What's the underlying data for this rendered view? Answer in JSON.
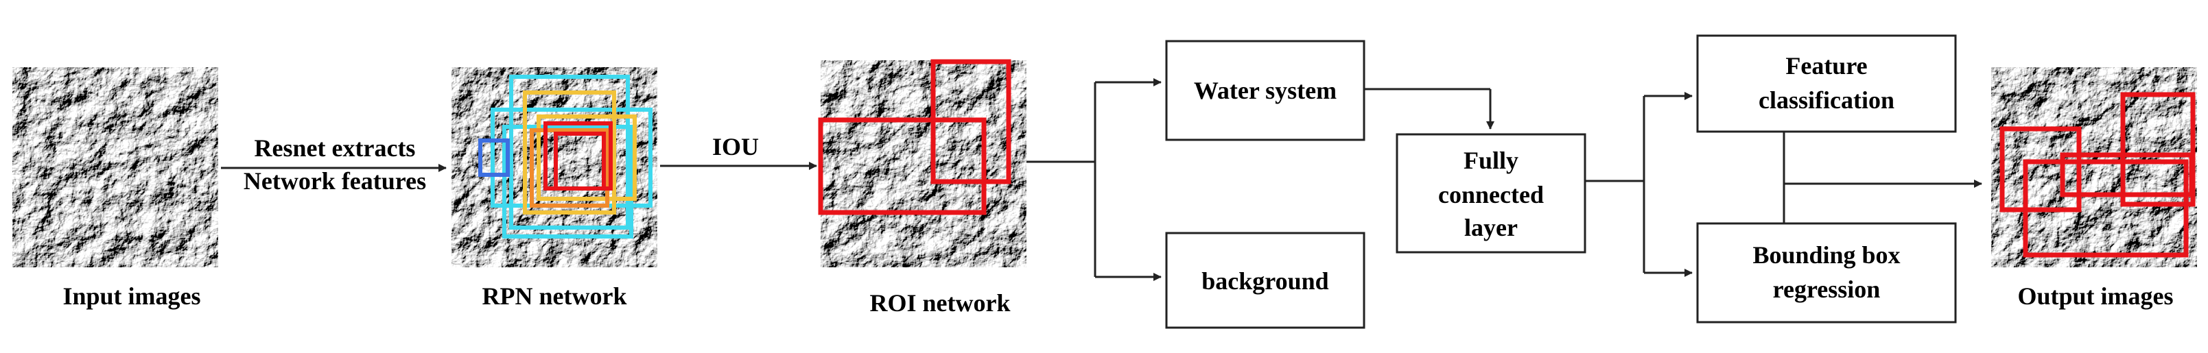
{
  "images": {
    "input": "Input images",
    "rpn": "RPN network",
    "roi": "ROI network",
    "output": "Output images"
  },
  "edges": {
    "resnet_line1": "Resnet extracts",
    "resnet_line2": "Network features",
    "iou": "IOU"
  },
  "boxes": {
    "water": "Water system",
    "background": "background",
    "fc_line1": "Fully",
    "fc_line2": "connected",
    "fc_line3": "layer",
    "feat_line1": "Feature",
    "feat_line2": "classification",
    "bbox_line1": "Bounding box",
    "bbox_line2": "regression"
  },
  "colors": {
    "detection_red": "#e8141a",
    "proposal_cyan": "#3fd9ee",
    "proposal_yellow": "#f2c33a",
    "proposal_orange": "#f08a2c",
    "proposal_blue": "#3d6fe0"
  }
}
